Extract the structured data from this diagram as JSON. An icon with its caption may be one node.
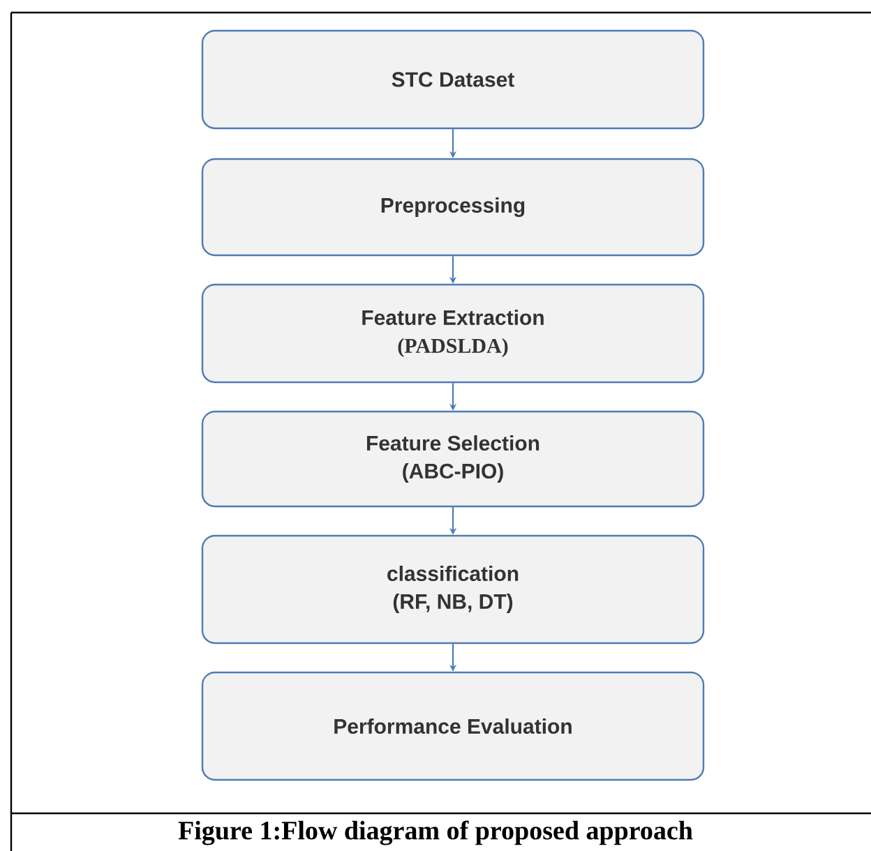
{
  "diagram": {
    "caption": "Figure 1:Flow diagram of proposed approach",
    "nodes": [
      {
        "text": [
          "STC Dataset"
        ]
      },
      {
        "text": [
          "Preprocessing"
        ]
      },
      {
        "text": [
          "Feature Extraction",
          "(PADSLDA)"
        ]
      },
      {
        "text": [
          "Feature Selection",
          "(ABC-PIO)"
        ]
      },
      {
        "text": [
          "classification",
          "(RF, NB, DT)"
        ]
      },
      {
        "text": [
          "Performance Evaluation"
        ]
      }
    ],
    "edges": [
      {
        "from": 0,
        "to": 1,
        "arrow": "to"
      },
      {
        "from": 1,
        "to": 2,
        "arrow": "to"
      },
      {
        "from": 2,
        "to": 3,
        "arrow": "to"
      },
      {
        "from": 3,
        "to": 4,
        "arrow": "to"
      },
      {
        "from": 4,
        "to": 5,
        "arrow": "to"
      }
    ]
  }
}
